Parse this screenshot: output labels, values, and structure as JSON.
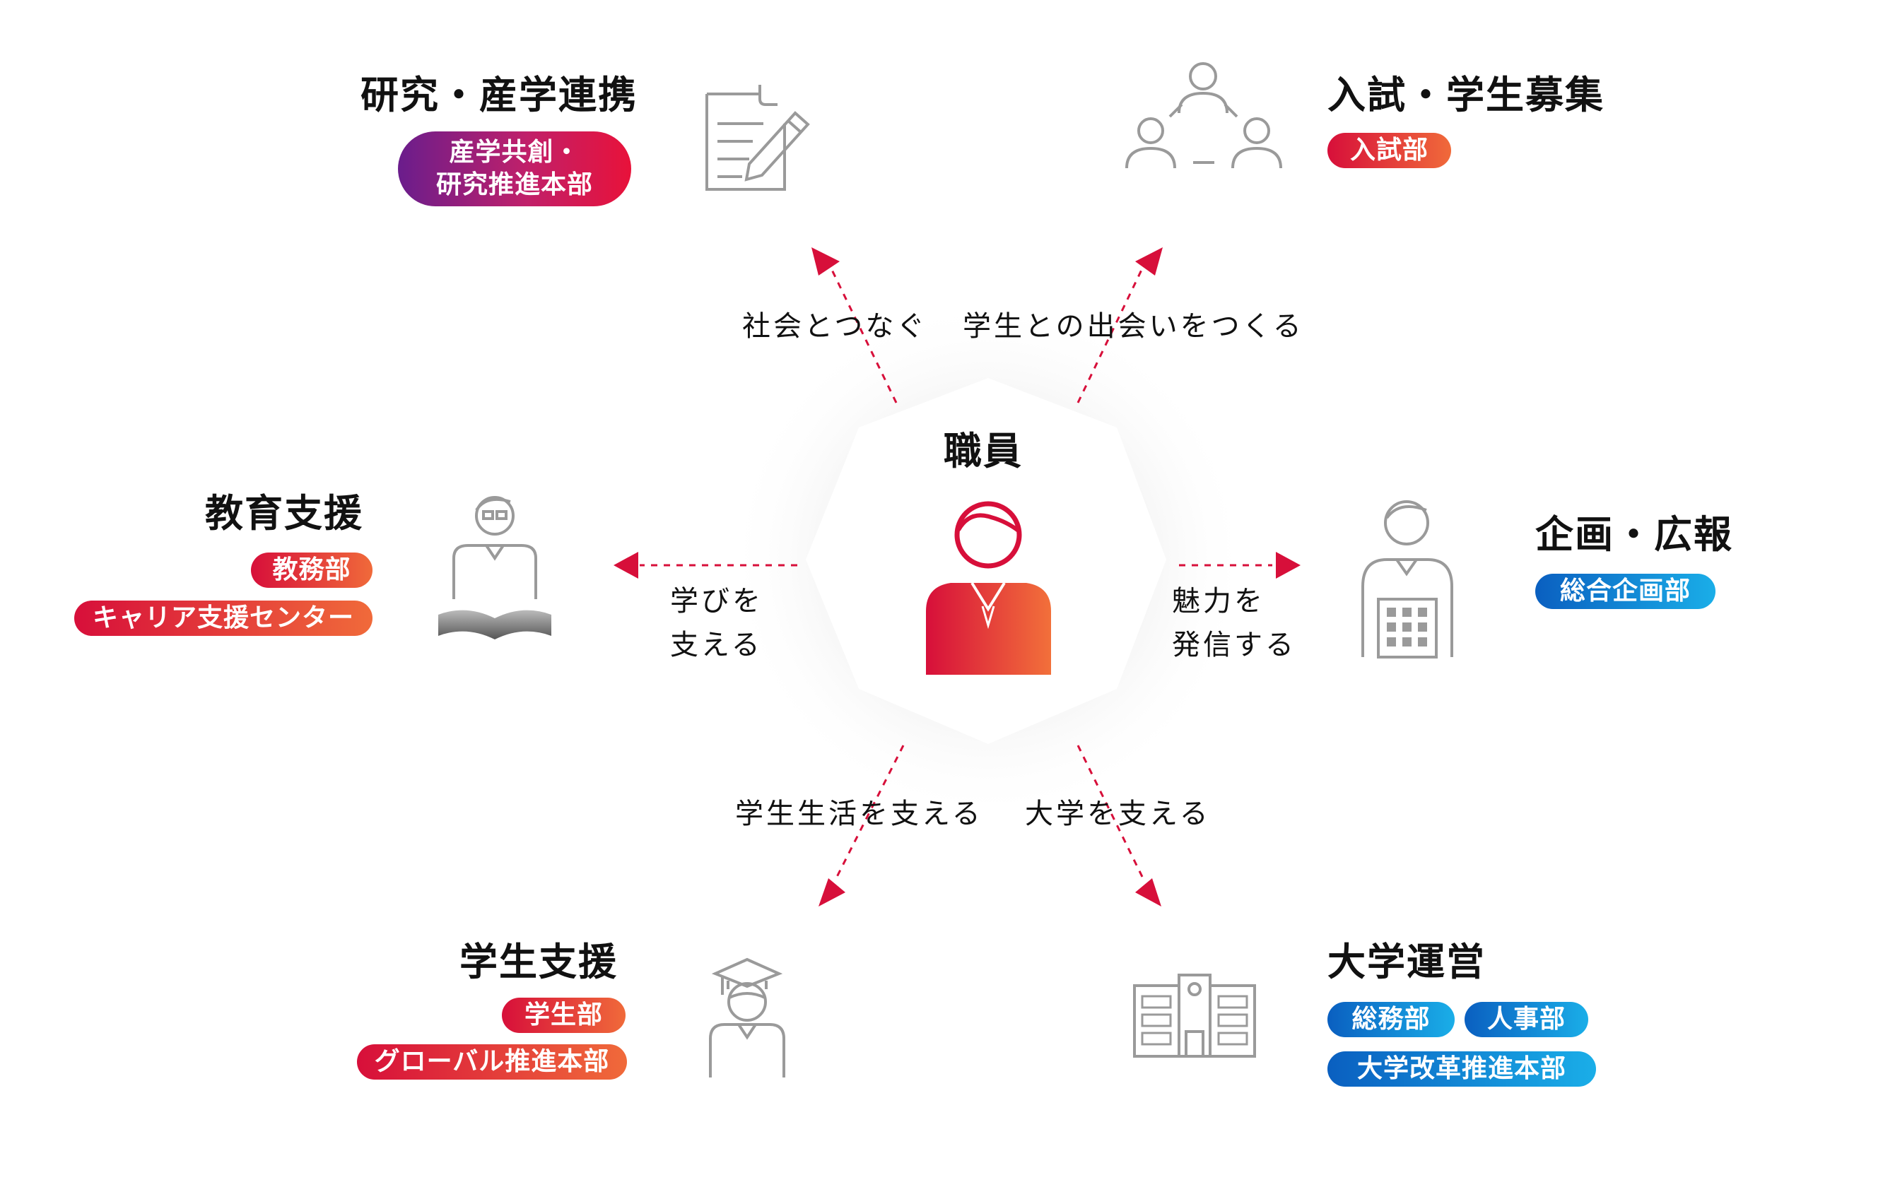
{
  "center": {
    "label": "職員"
  },
  "nodes": {
    "research": {
      "title": "研究・産学連携",
      "badges": [
        "産学共創・\n研究推進本部"
      ]
    },
    "admission": {
      "title": "入試・学生募集",
      "badges": [
        "入試部"
      ]
    },
    "education": {
      "title": "教育支援",
      "badges": [
        "教務部",
        "キャリア支援センター"
      ]
    },
    "planning": {
      "title": "企画・広報",
      "badges": [
        "総合企画部"
      ]
    },
    "student": {
      "title": "学生支援",
      "badges": [
        "学生部",
        "グローバル推進本部"
      ]
    },
    "management": {
      "title": "大学運営",
      "badges": [
        "総務部",
        "人事部",
        "大学改革推進本部"
      ]
    }
  },
  "flows": {
    "connect_society": "社会とつなぐ",
    "meet_students": "学生との出会いをつくる",
    "support_learning": "学びを\n支える",
    "share_appeal": "魅力を\n発信する",
    "support_student_life": "学生生活を支える",
    "support_university": "大学を支える"
  },
  "colors": {
    "accent": "#d70f3a",
    "blue": "#0a5fc0",
    "gray": "#9a9a9a"
  },
  "icons": [
    "document-pen-icon",
    "people-group-icon",
    "teacher-book-icon",
    "building-person-icon",
    "graduate-icon",
    "campus-building-icon",
    "staff-person-icon"
  ]
}
